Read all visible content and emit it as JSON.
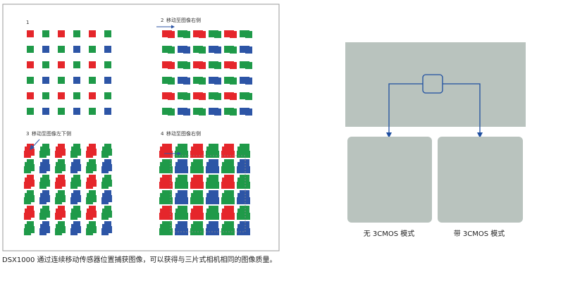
{
  "sensor_diagram": {
    "panels": [
      {
        "number": "1",
        "text": ""
      },
      {
        "number": "2",
        "text": "移动至图像右侧"
      },
      {
        "number": "3",
        "text": "移动至图像左下侧"
      },
      {
        "number": "4",
        "text": "移动至图像右侧"
      }
    ],
    "colors": {
      "red": "#e5262b",
      "green": "#1f9a49",
      "blue": "#2d55a6",
      "frame": "#9a9a9a"
    }
  },
  "caption": "DSX1000 通过连续移动传感器位置捕获图像，可以获得与三片式相机相同的图像质量。",
  "comparison": {
    "label_without": "无 3CMOS 模式",
    "label_with": "带 3CMOS 模式",
    "colors": {
      "sample": "#b9c3be",
      "connector": "#1f4fa0"
    }
  }
}
